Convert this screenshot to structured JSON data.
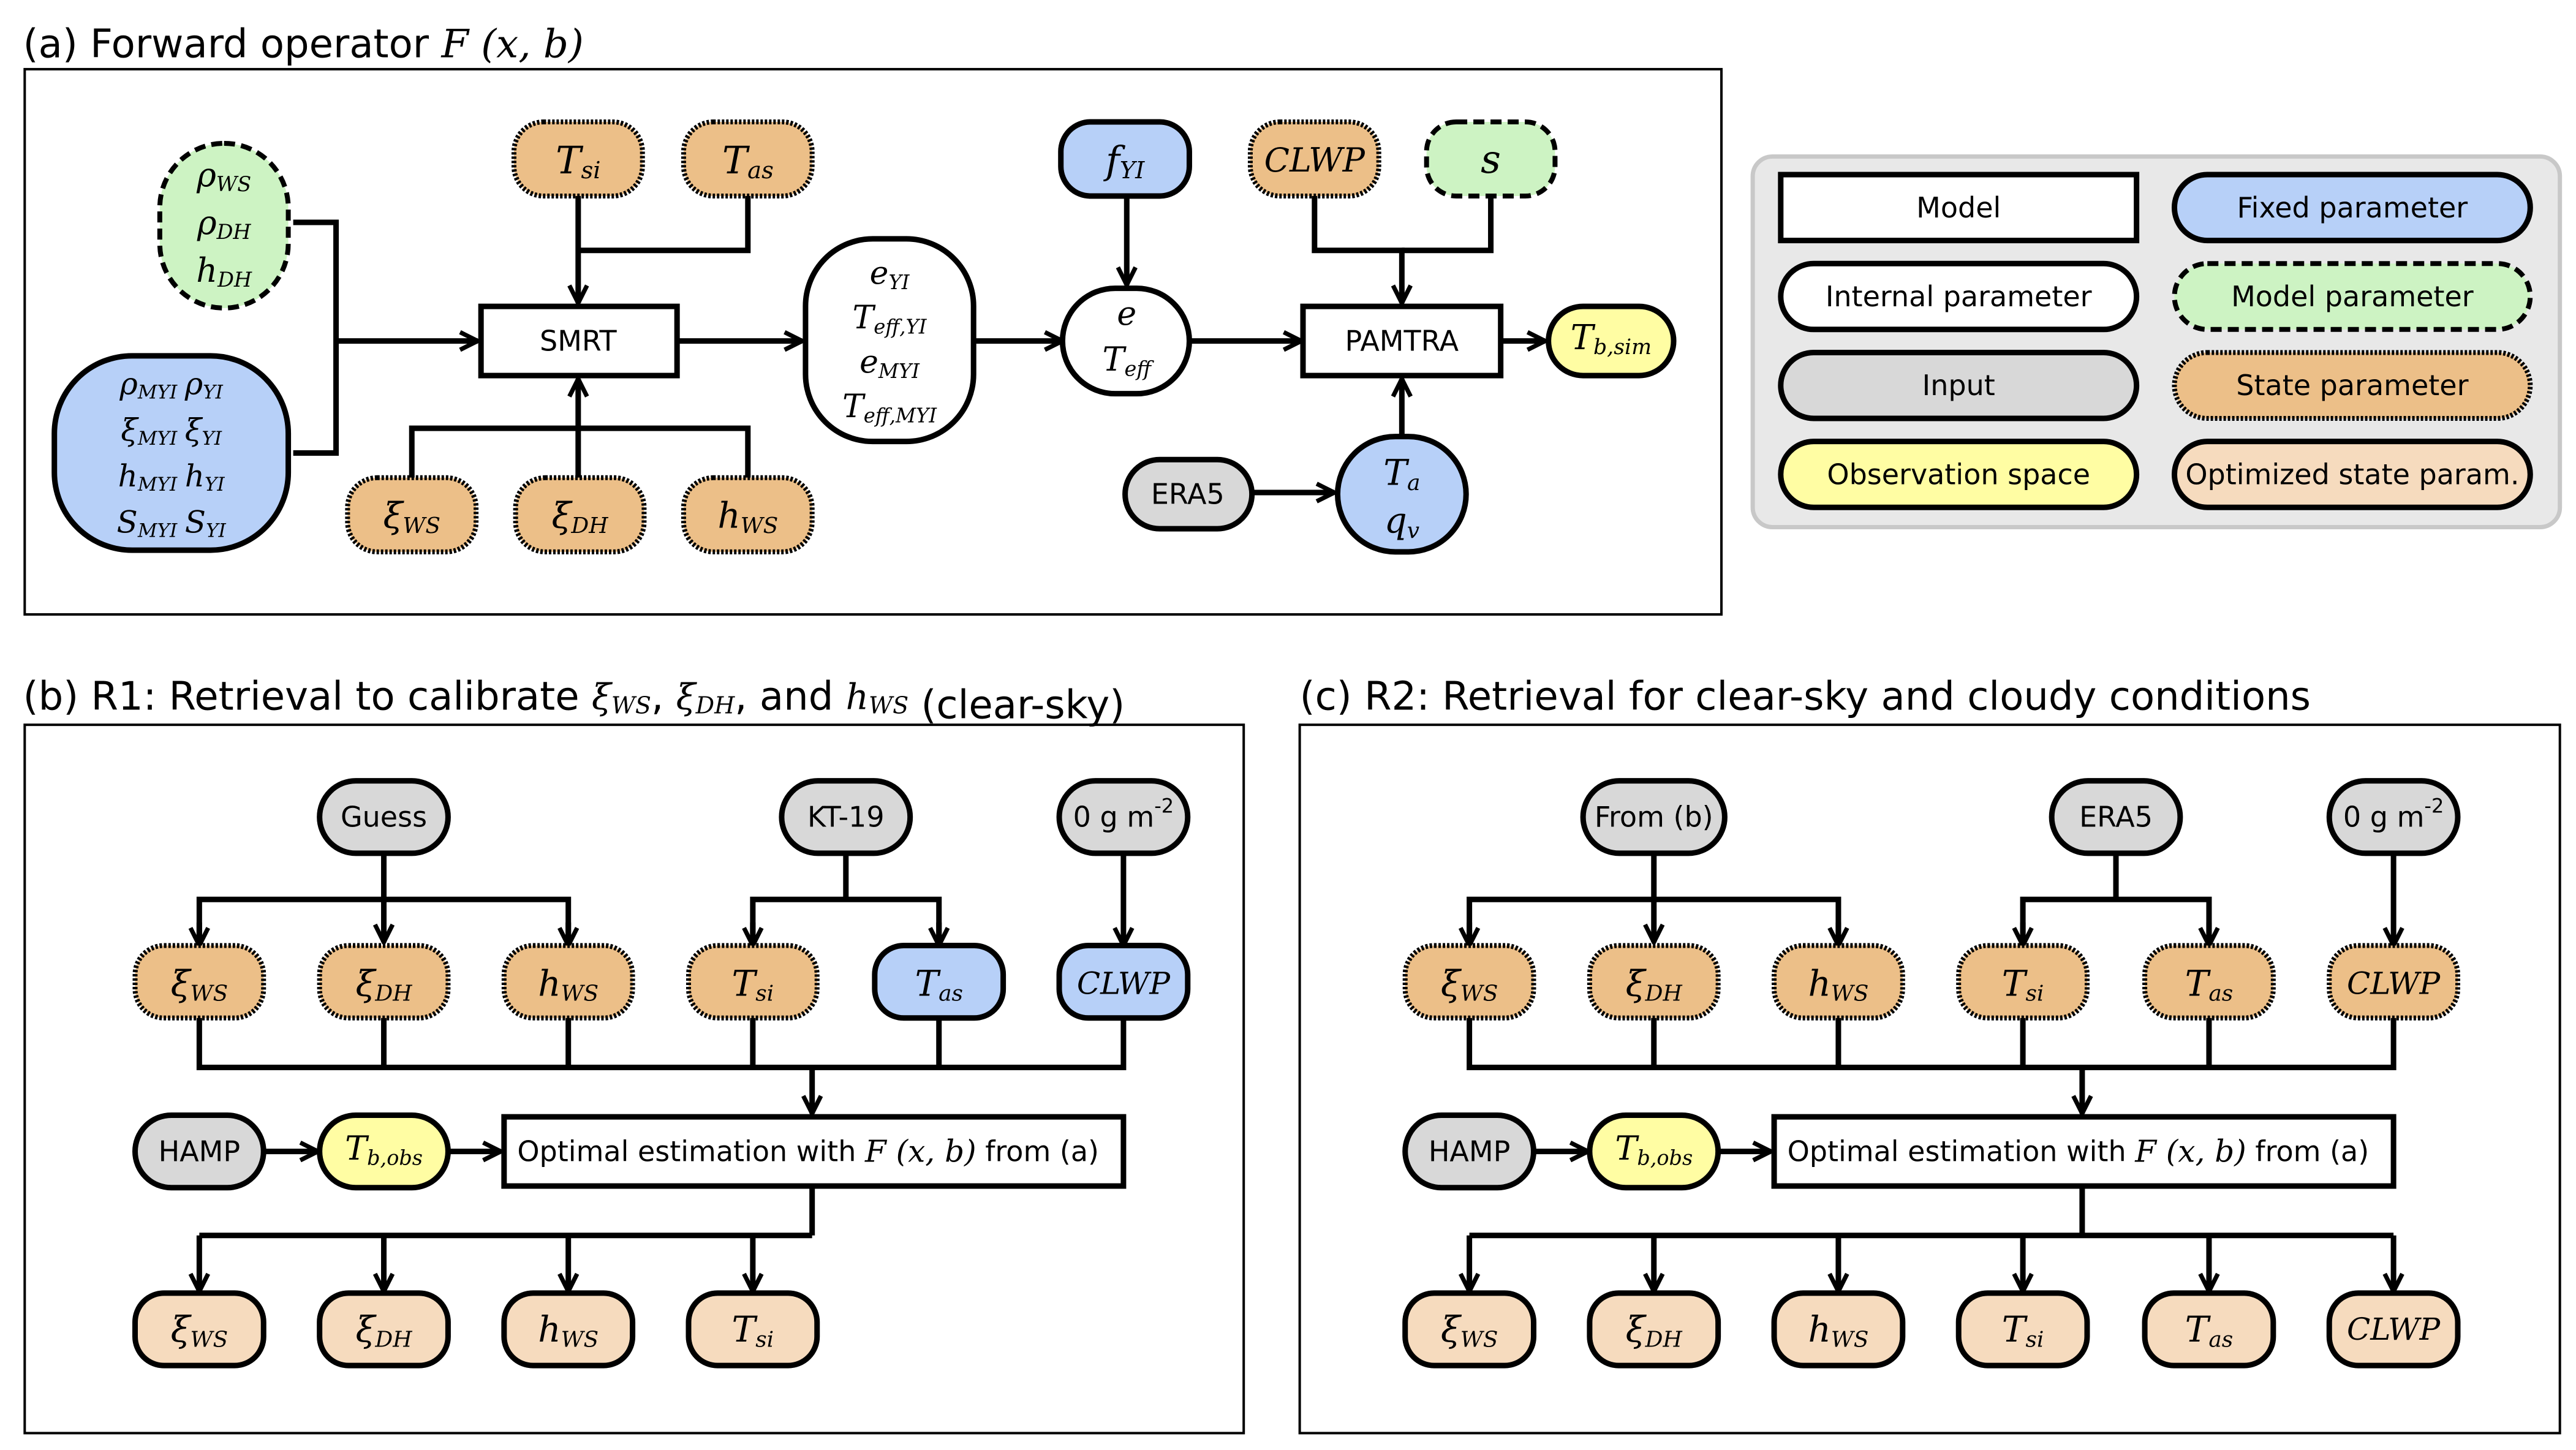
{
  "colors": {
    "fixed": "#b7d0f8",
    "model_param": "#cdf3c3",
    "state": "#ecbf88",
    "optimized": "#f6dbbe",
    "input": "#d8d8d8",
    "observation": "#fffda3",
    "internal": "#ffffff",
    "model": "#ffffff",
    "legend_bg": "#e8e8e8"
  },
  "panel_a": {
    "title_prefix": "(a) Forward operator ",
    "title_math": "F (x, b)",
    "nodes": {
      "model_params": {
        "lines": [
          [
            "ρ",
            "WS"
          ],
          [
            "ρ",
            "DH"
          ],
          [
            "h",
            "DH"
          ]
        ],
        "type": "model_param"
      },
      "fixed_ice": {
        "lines": [
          [
            "ρ",
            "MYI",
            "ρ",
            "YI"
          ],
          [
            "ξ",
            "MYI",
            "ξ",
            "YI"
          ],
          [
            "h",
            "MYI",
            "h",
            "YI"
          ],
          [
            "S",
            "MYI",
            "S",
            "YI"
          ]
        ],
        "type": "fixed"
      },
      "T_si": {
        "base": "T",
        "sub": "si",
        "type": "state"
      },
      "T_as": {
        "base": "T",
        "sub": "as",
        "type": "state"
      },
      "smrt": {
        "label": "SMRT",
        "type": "model"
      },
      "xi_ws": {
        "base": "ξ",
        "sub": "WS",
        "type": "state"
      },
      "xi_dh": {
        "base": "ξ",
        "sub": "DH",
        "type": "state"
      },
      "h_ws": {
        "base": "h",
        "sub": "WS",
        "type": "state"
      },
      "smrt_out": {
        "lines": [
          [
            "e",
            "YI"
          ],
          [
            "T",
            "eff,YI"
          ],
          [
            "e",
            "MYI"
          ],
          [
            "T",
            "eff,MYI"
          ]
        ],
        "type": "internal"
      },
      "f_yi": {
        "base": "f",
        "sub": "YI",
        "type": "fixed"
      },
      "e_teff": {
        "lines": [
          [
            "e",
            ""
          ],
          [
            "T",
            "eff"
          ]
        ],
        "type": "internal"
      },
      "clwp": {
        "base": "CLWP",
        "sub": "",
        "type": "state"
      },
      "s": {
        "base": "s",
        "sub": "",
        "type": "model_param"
      },
      "pamtra": {
        "label": "PAMTRA",
        "type": "model"
      },
      "tb_sim": {
        "base": "T",
        "sub": "b,sim",
        "type": "observation"
      },
      "era5": {
        "label": "ERA5",
        "type": "input"
      },
      "ta_qv": {
        "lines": [
          [
            "T",
            "a"
          ],
          [
            "q",
            "v"
          ]
        ],
        "type": "fixed"
      }
    }
  },
  "legend": {
    "items": [
      {
        "label": "Model",
        "type": "model"
      },
      {
        "label": "Fixed parameter",
        "type": "fixed"
      },
      {
        "label": "Internal parameter",
        "type": "internal"
      },
      {
        "label": "Model parameter",
        "type": "model_param"
      },
      {
        "label": "Input",
        "type": "input"
      },
      {
        "label": "State parameter",
        "type": "state"
      },
      {
        "label": "Observation space",
        "type": "observation"
      },
      {
        "label": "Optimized state param.",
        "type": "optimized"
      }
    ]
  },
  "panel_b": {
    "title_prefix": "(b) R1: Retrieval to calibrate ",
    "title_vars": [
      [
        "ξ",
        "WS"
      ],
      [
        "ξ",
        "DH"
      ],
      [
        "h",
        "WS"
      ]
    ],
    "title_sep": ", ",
    "title_and": "and ",
    "title_suffix": " (clear-sky)",
    "sources": [
      {
        "label": "Guess"
      },
      {
        "label": "KT-19"
      },
      {
        "label": "0 g m",
        "sup": "-2"
      }
    ],
    "state_row": [
      {
        "base": "ξ",
        "sub": "WS",
        "type": "state"
      },
      {
        "base": "ξ",
        "sub": "DH",
        "type": "state"
      },
      {
        "base": "h",
        "sub": "WS",
        "type": "state"
      },
      {
        "base": "T",
        "sub": "si",
        "type": "state"
      },
      {
        "base": "T",
        "sub": "as",
        "type": "fixed"
      },
      {
        "base": "CLWP",
        "sub": "",
        "type": "fixed"
      }
    ],
    "hamp": "HAMP",
    "tb_obs": {
      "base": "T",
      "sub": "b,obs"
    },
    "oe_prefix": "Optimal estimation with ",
    "oe_math": "F (x, b)",
    "oe_suffix": " from (a)",
    "outputs": [
      {
        "base": "ξ",
        "sub": "WS"
      },
      {
        "base": "ξ",
        "sub": "DH"
      },
      {
        "base": "h",
        "sub": "WS"
      },
      {
        "base": "T",
        "sub": "si"
      }
    ]
  },
  "panel_c": {
    "title": "(c) R2: Retrieval for clear-sky and cloudy conditions",
    "sources": [
      {
        "label": "From (b)"
      },
      {
        "label": "ERA5"
      },
      {
        "label": "0 g m",
        "sup": "-2"
      }
    ],
    "state_row": [
      {
        "base": "ξ",
        "sub": "WS",
        "type": "state"
      },
      {
        "base": "ξ",
        "sub": "DH",
        "type": "state"
      },
      {
        "base": "h",
        "sub": "WS",
        "type": "state"
      },
      {
        "base": "T",
        "sub": "si",
        "type": "state"
      },
      {
        "base": "T",
        "sub": "as",
        "type": "state"
      },
      {
        "base": "CLWP",
        "sub": "",
        "type": "state"
      }
    ],
    "hamp": "HAMP",
    "tb_obs": {
      "base": "T",
      "sub": "b,obs"
    },
    "oe_prefix": "Optimal estimation with ",
    "oe_math": "F (x, b)",
    "oe_suffix": " from (a)",
    "outputs": [
      {
        "base": "ξ",
        "sub": "WS"
      },
      {
        "base": "ξ",
        "sub": "DH"
      },
      {
        "base": "h",
        "sub": "WS"
      },
      {
        "base": "T",
        "sub": "si"
      },
      {
        "base": "T",
        "sub": "as"
      },
      {
        "base": "CLWP",
        "sub": ""
      }
    ]
  }
}
